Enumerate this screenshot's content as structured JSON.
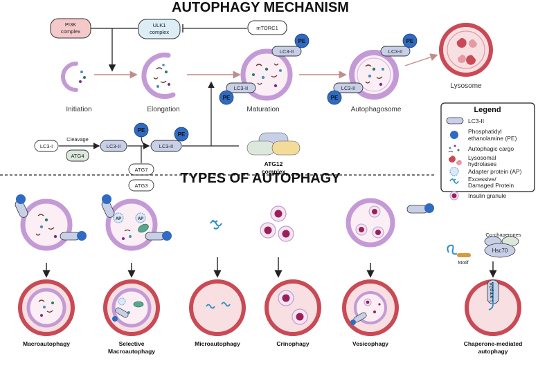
{
  "title_mechanism": "AUTOPHAGY MECHANISM",
  "title_types": "TYPES OF AUTOPHAGY",
  "mechanism": {
    "pi3k_line1": "PI3K",
    "pi3k_line2": "complex",
    "ulk1_line1": "ULK1",
    "ulk1_line2": "complex",
    "mtorc1": "mTORC1",
    "stages": [
      "Initiation",
      "Elongation",
      "Maturation",
      "Autophagosome",
      "Lysosome"
    ],
    "lc3_i": "LC3-I",
    "lc3_ii": "LC3-II",
    "pe": "PE",
    "cleavage": "Cleavage",
    "atg4": "ATG4",
    "atg7": "ATG7",
    "atg3": "ATG3",
    "atg12_line1": "ATG12",
    "atg12_line2": "complex"
  },
  "legend": {
    "title": "Legend",
    "items": [
      {
        "line1": "LC3-II",
        "line2": ""
      },
      {
        "line1": "Phosphatidyl",
        "line2": "ethanolamine (PE)"
      },
      {
        "line1": "Autophagic cargo",
        "line2": ""
      },
      {
        "line1": "Lysosomal",
        "line2": "hydrolases"
      },
      {
        "line1": "Adapter protein (AP)",
        "line2": ""
      },
      {
        "line1": "Excessive/",
        "line2": "Damaged Protein"
      },
      {
        "line1": "Insulin granule",
        "line2": ""
      }
    ]
  },
  "types": {
    "ap": "AP",
    "cochaperones": "Co-chaperones",
    "motif": "Motif",
    "hsc70": "Hsc70",
    "lamp2a": "Lamp2A",
    "labels": [
      {
        "line1": "Macroautophagy",
        "line2": ""
      },
      {
        "line1": "Selective",
        "line2": "Macroautophagy"
      },
      {
        "line1": "Microautophagy",
        "line2": ""
      },
      {
        "line1": "Crinophagy",
        "line2": ""
      },
      {
        "line1": "Vesicophagy",
        "line2": ""
      },
      {
        "line1": "Chaperone-mediated",
        "line2": "autophagy"
      }
    ]
  },
  "colors": {
    "membrane": "#c49ad6",
    "membrane_dark": "#9e73b5",
    "lysosome": "#c94a55",
    "lysosome_fill": "#f7dfe2",
    "lc3": "#c8d0e8",
    "pe": "#2f6bc0",
    "pi3k": "#f5c8c9",
    "ulk1": "#dcedf5",
    "atg4": "#dde8dc",
    "arrow_pink": "#c08c8c",
    "granule": "#9b1f5a"
  }
}
